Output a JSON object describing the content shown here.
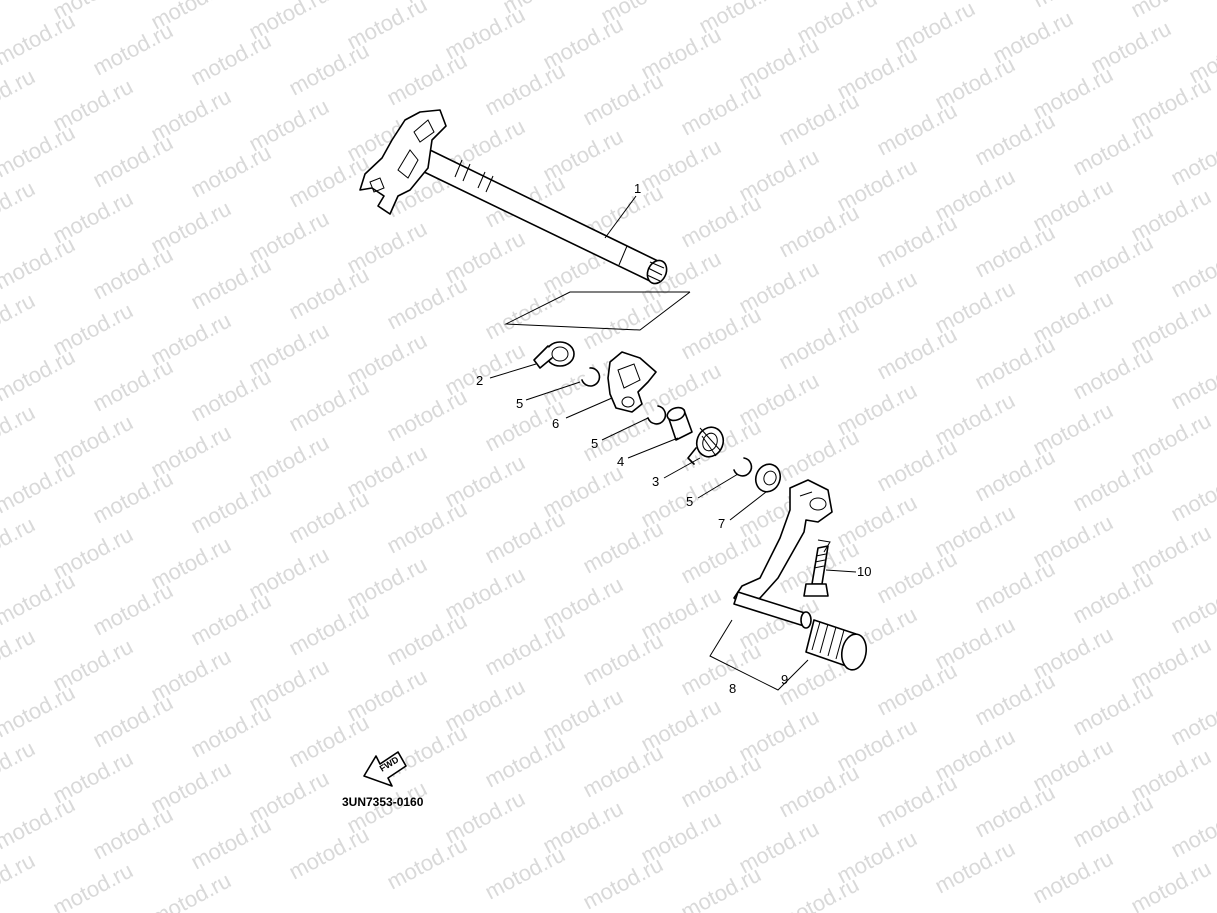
{
  "watermark": {
    "text": "motod.ru"
  },
  "diagram_code": "3UN7353-0160",
  "fwd_label": "FWD",
  "callouts": [
    "1",
    "2",
    "5",
    "6",
    "5",
    "4",
    "3",
    "5",
    "7",
    "10",
    "8",
    "9"
  ],
  "colors": {
    "line": "#000000",
    "watermark": "#d9d9d9",
    "background": "#ffffff"
  }
}
